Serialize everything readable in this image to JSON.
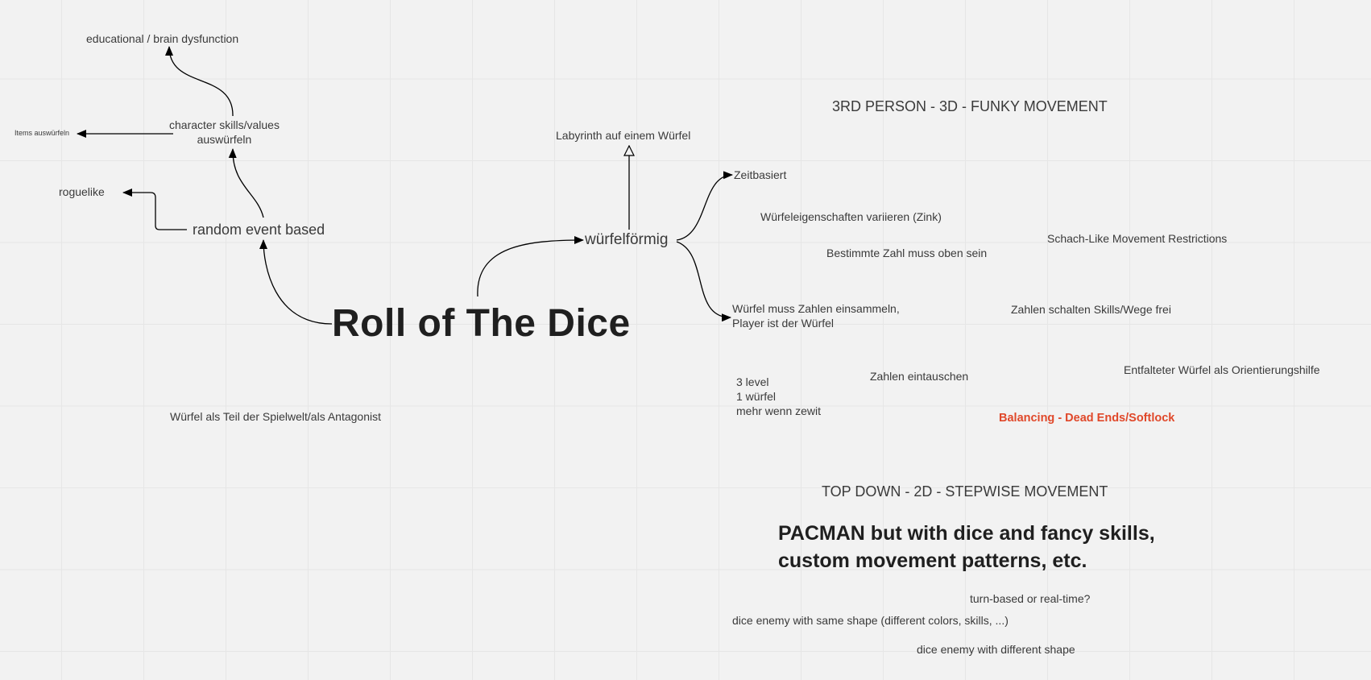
{
  "board": {
    "title": "Roll of The Dice",
    "nodes": {
      "educational": "educational / brain dysfunction",
      "character_skills": "character skills/values\nauswürfeln",
      "items": "Items auswürfeln",
      "roguelike": "roguelike",
      "random_event": "random event based",
      "wuerfel_antagonist": "Würfel als Teil der Spielwelt/als Antagonist",
      "labyrinth": "Labyrinth auf einem Würfel",
      "wuerfelfoermig": "würfelförmig",
      "zeitbasiert": "Zeitbasiert",
      "wuerfel_zahlen": "Würfel muss Zahlen einsammeln,\nPlayer ist der Würfel"
    },
    "notes": {
      "third_person": "3RD PERSON - 3D - FUNKY MOVEMENT",
      "eigenschaften": "Würfeleigenschaften variieren (Zink)",
      "schach": "Schach-Like Movement Restrictions",
      "bestimmte_zahl": "Bestimmte Zahl muss oben sein",
      "zahlen_skills": "Zahlen schalten Skills/Wege frei",
      "entfalteter": "Entfalteter Würfel als Orientierungshilfe",
      "levels": "3 level\n1 würfel\nmehr wenn zewit",
      "eintauschen": "Zahlen eintauschen",
      "balancing": "Balancing - Dead Ends/Softlock",
      "top_down": "TOP DOWN - 2D - STEPWISE MOVEMENT",
      "pacman": "PACMAN but with dice and fancy skills,\ncustom movement patterns, etc.",
      "turn_based": "turn-based or real-time?",
      "enemy_same": "dice enemy with same shape (different colors, skills, ...)",
      "enemy_diff": "dice enemy with different shape"
    }
  },
  "colors": {
    "background": "#f2f2f2",
    "grid": "#e6e6e6",
    "text": "#3a3a3a",
    "title": "#1f1f1f",
    "warning": "#e0482a",
    "connector": "#000000"
  }
}
